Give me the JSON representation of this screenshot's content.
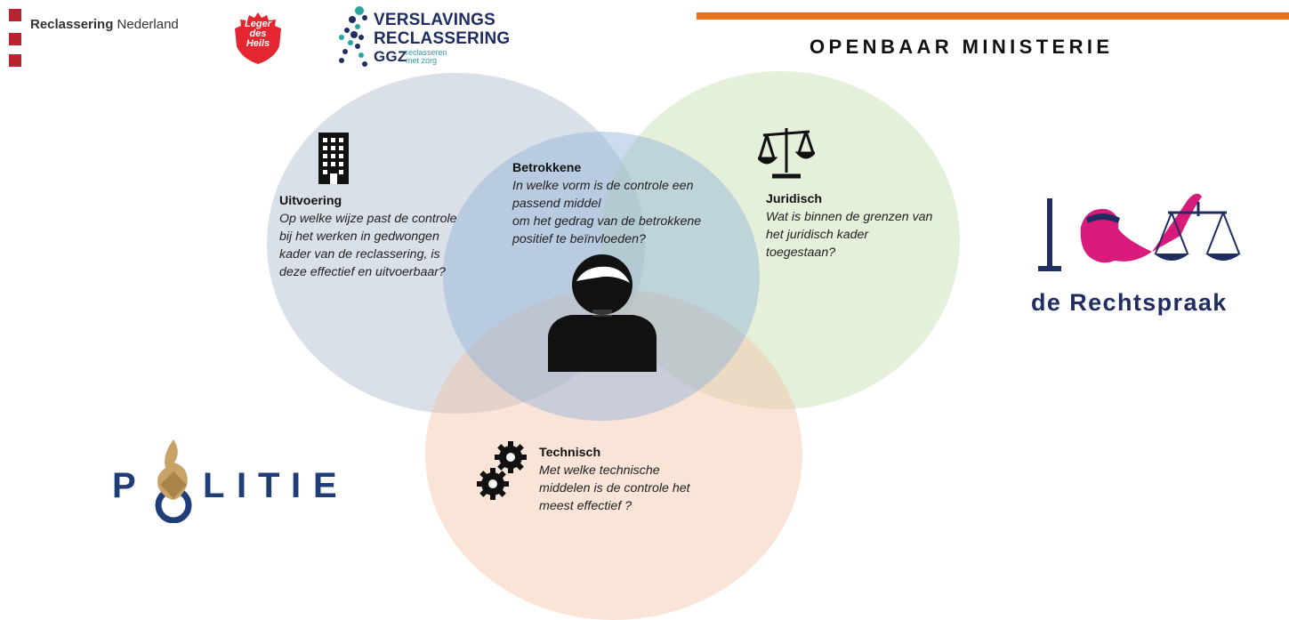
{
  "logos": {
    "reclassering": {
      "name_bold": "Reclassering",
      "name_rest": " Nederland",
      "color": "#b8232f"
    },
    "leger_des_heils": {
      "lines": [
        "Leger",
        "des",
        "Heils"
      ],
      "color": "#e3262f"
    },
    "verslavingsreclassering": {
      "line1": "VERSLAVINGS",
      "line2": "RECLASSERING",
      "line3": "GGZ",
      "tagline_1": "reclasseren",
      "tagline_2": "met zorg",
      "color": "#1f2d63"
    },
    "openbaar_ministerie": {
      "text": "OPENBAAR MINISTERIE",
      "accent": "#e8701f"
    },
    "rechtspraak": {
      "text": "de Rechtspraak",
      "color": "#1f2d63",
      "accent": "#d81b7a"
    },
    "politie": {
      "letters": [
        "P",
        "L",
        "I",
        "T",
        "I",
        "E"
      ],
      "color": "#1f3d79",
      "flame": "#c8a368"
    }
  },
  "venn": {
    "colors": {
      "blue": "#acbacd",
      "green": "#c5deaf",
      "center": "#8eb2d6",
      "orange": "#f0bea0"
    },
    "uitvoering": {
      "title": "Uitvoering",
      "icon": "building-icon",
      "lines": [
        "Op welke wijze past de controle",
        "bij het werken in gedwongen",
        "kader van de reclassering, is",
        "deze effectief en uitvoerbaar?"
      ]
    },
    "betrokkene": {
      "title": "Betrokkene",
      "icon": "person-icon",
      "lines": [
        "In welke vorm is de controle een",
        "passend middel",
        "om het gedrag van de betrokkene",
        "positief te beïnvloeden?"
      ]
    },
    "juridisch": {
      "title": "Juridisch",
      "icon": "scale-icon",
      "lines": [
        "Wat is binnen de grenzen van",
        "het juridisch kader",
        "toegestaan?"
      ]
    },
    "technisch": {
      "title": "Technisch",
      "icon": "gears-icon",
      "lines": [
        "Met welke technische",
        "middelen is de controle het",
        "meest effectief ?"
      ]
    }
  }
}
